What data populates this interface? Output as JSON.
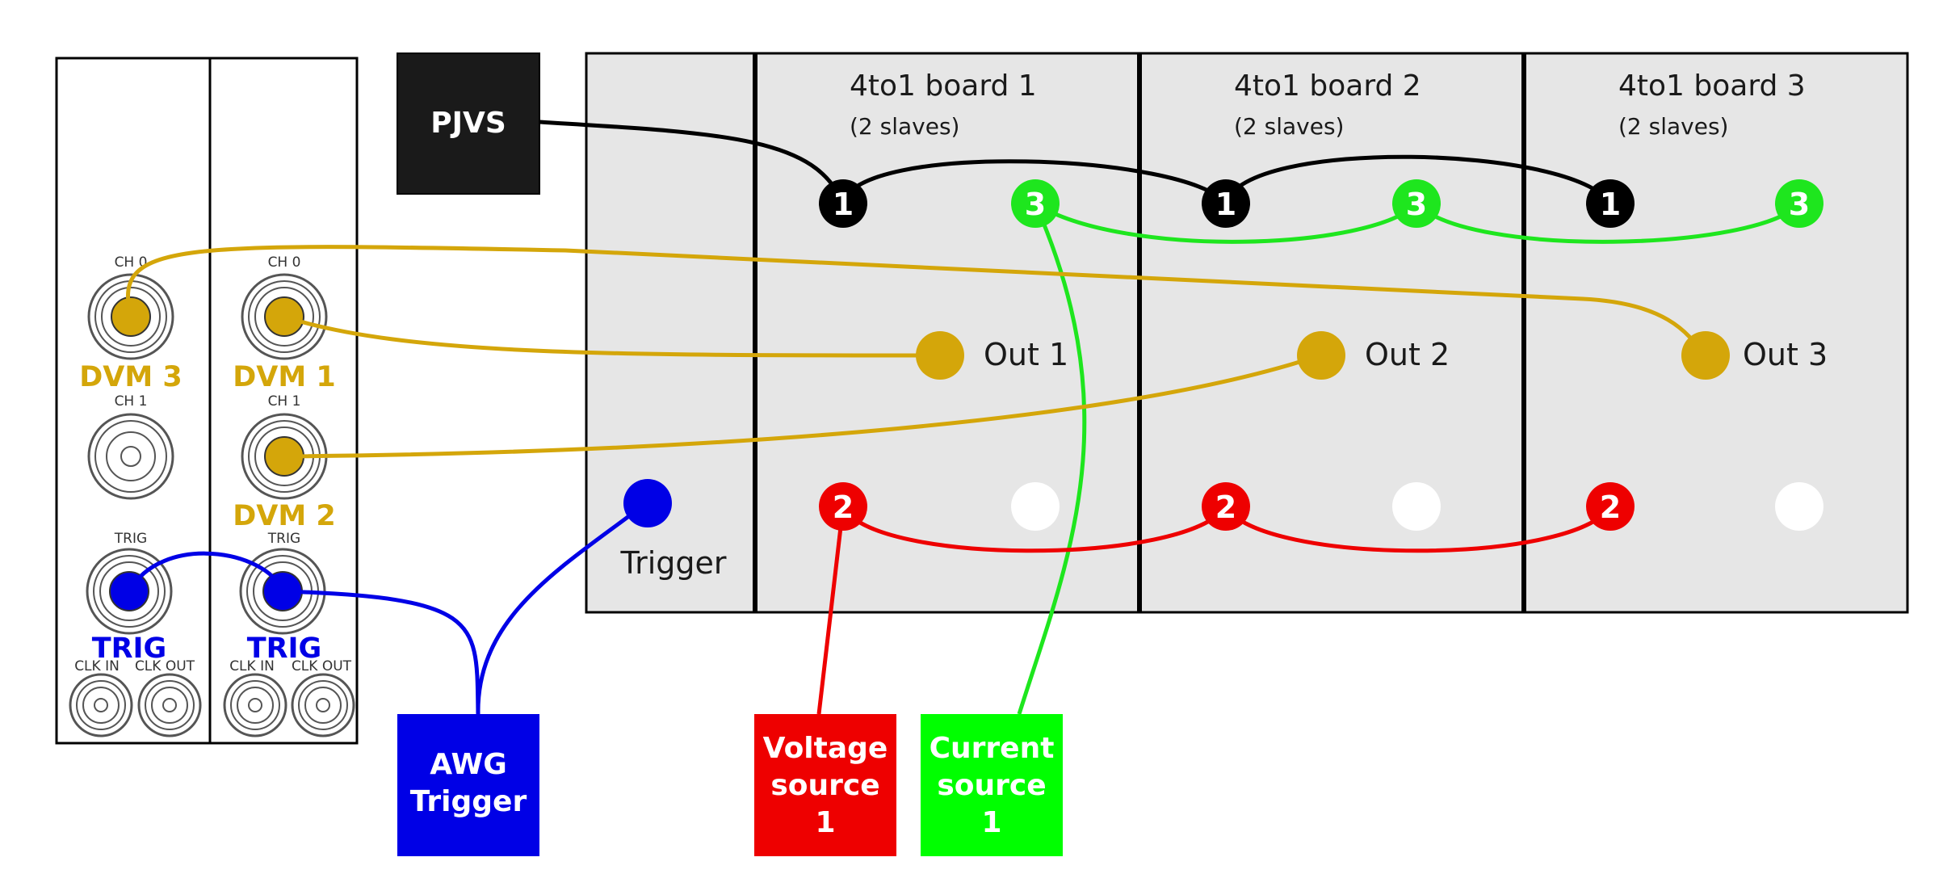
{
  "colors": {
    "black": "#000000",
    "gold": "#d4a60a",
    "green": "#1ee61e",
    "red": "#ee0000",
    "blue": "#0000e6",
    "panel": "#e6e6e6",
    "box_green": "#00ff00"
  },
  "boxes": {
    "pjvs": "PJVS",
    "awg": [
      "AWG",
      "Trigger"
    ],
    "voltage": [
      "Voltage",
      "source",
      "1"
    ],
    "current": [
      "Current",
      "source",
      "1"
    ]
  },
  "panel": {
    "trigger_label": "Trigger",
    "boards": [
      {
        "title": "4to1 board 1",
        "subtitle": "(2 slaves)",
        "output": "Out 1"
      },
      {
        "title": "4to1 board 2",
        "subtitle": "(2 slaves)",
        "output": "Out 2"
      },
      {
        "title": "4to1 board 3",
        "subtitle": "(2 slaves)",
        "output": "Out 3"
      }
    ],
    "node_labels": {
      "n1": "1",
      "n2": "2",
      "n3": "3"
    }
  },
  "instrument": {
    "ch0": "CH 0",
    "ch1": "CH 1",
    "trig": "TRIG",
    "clk_in": "CLK IN",
    "clk_out": "CLK OUT",
    "left_module": {
      "dvm_top": "DVM 3",
      "trig_label": "TRIG"
    },
    "right_module": {
      "dvm_top": "DVM 1",
      "dvm_bottom": "DVM 2",
      "trig_label": "TRIG"
    }
  }
}
